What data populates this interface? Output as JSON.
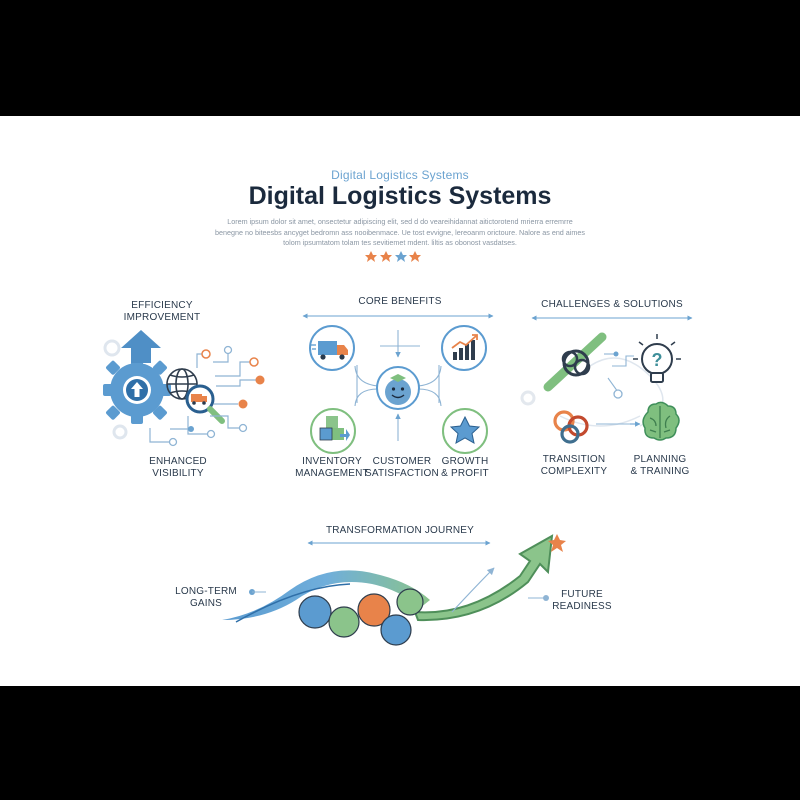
{
  "header": {
    "eyebrow": "Digital Logistics Systems",
    "title": "Digital Logistics Systems",
    "lorem": [
      "Lorem ipsum dolor sit amet, onsectetur adipiscing elit, sed d do veareihidannat aitictorotend mrierra erremrre",
      "benegne no biteesbs ancyget  bedromn ass nooibenmace. Ue tost evvigne, lereoanm orictoure. Nalore as end aimes",
      "tolom ipsumtatom tolam tes sevitiemet mdent.  liltis as obonost vasdatses."
    ],
    "accent_colors": [
      "#e8834a",
      "#6ba3d0",
      "#7fbf7f"
    ]
  },
  "efficiency": {
    "top_label": [
      "EFFICIENCY",
      "IMPROVEMENT"
    ],
    "bottom_label": [
      "ENHANCED",
      "VISIBILITY"
    ]
  },
  "core_benefits": {
    "heading": "CORE BENEFITS",
    "items": [
      {
        "label": [
          "INVENTORY",
          "MANAGEMENT"
        ],
        "icon": "boxes-icon"
      },
      {
        "label": [
          "CUSTOMER",
          "SATISFACTION"
        ],
        "icon": "smiley-icon"
      },
      {
        "label": [
          "GROWTH",
          "& PROFIT"
        ],
        "icon": "star-icon"
      }
    ]
  },
  "challenges": {
    "heading": "CHALLENGES & SOLUTIONS",
    "items": [
      {
        "label": [
          "TRANSITION",
          "COMPLEXITY"
        ],
        "icon": "knot-icon"
      },
      {
        "label": [
          "PLANNING",
          "& TRAINING"
        ],
        "icon": "brain-icon"
      }
    ]
  },
  "journey": {
    "heading": "TRANSFORMATION JOURNEY",
    "left_label": [
      "LONG-TERM",
      "GAINS"
    ],
    "right_label": [
      "FUTURE",
      "READINESS"
    ]
  },
  "colors": {
    "blue": "#5b9bd0",
    "green": "#7fbf7f",
    "orange": "#e8834a",
    "dark": "#1b2a3d"
  }
}
